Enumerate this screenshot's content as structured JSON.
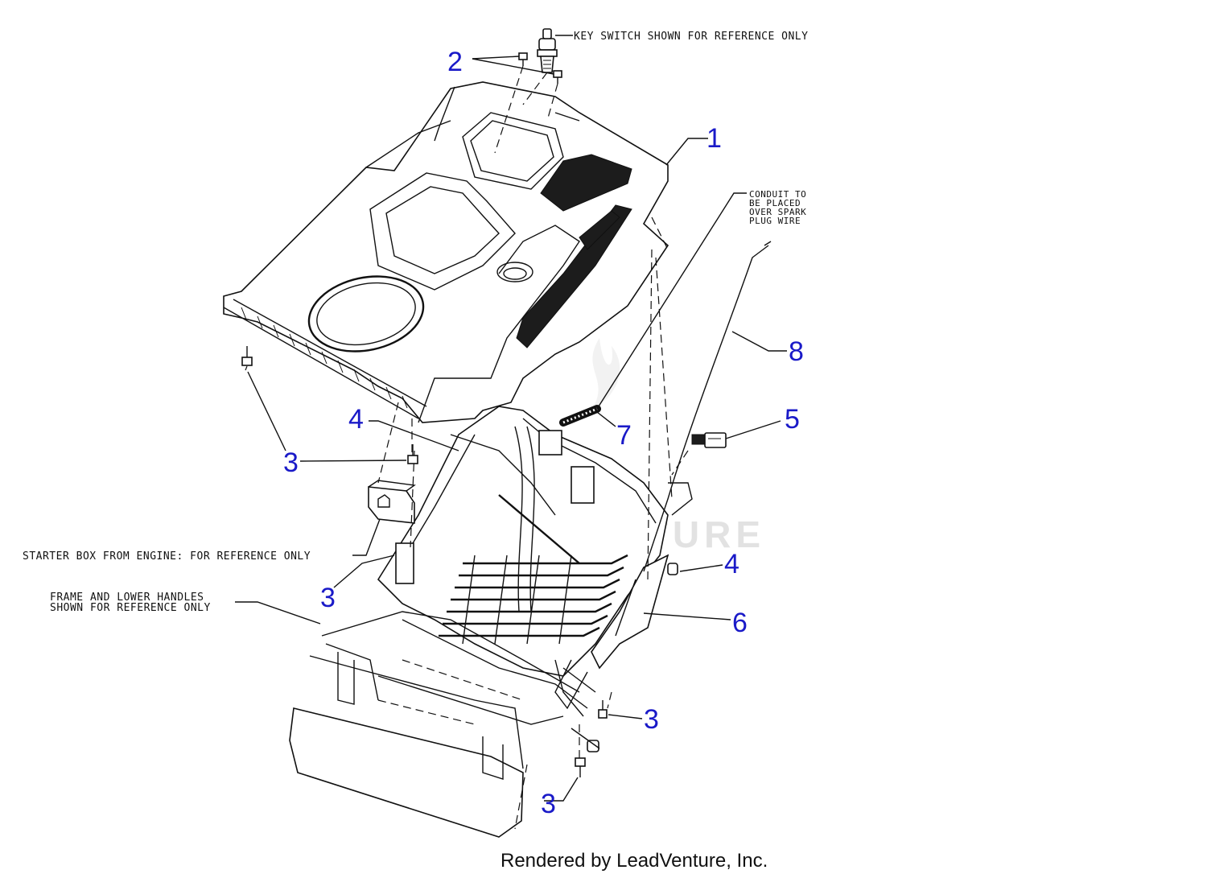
{
  "notes": {
    "key_switch": "KEY SWITCH SHOWN FOR REFERENCE ONLY",
    "conduit_line1": "CONDUIT TO",
    "conduit_line2": "BE PLACED",
    "conduit_line3": "OVER SPARK",
    "conduit_line4": "PLUG WIRE",
    "starter_box": "STARTER BOX FROM ENGINE: FOR REFERENCE ONLY",
    "frame_line1": "FRAME AND LOWER HANDLES",
    "frame_line2": "SHOWN FOR REFERENCE ONLY"
  },
  "callouts": {
    "c1": "1",
    "c2": "2",
    "c3_top": "3",
    "c3_starter": "3",
    "c3_lower_right": "3",
    "c3_bottom": "3",
    "c4_left": "4",
    "c4_right": "4",
    "c5": "5",
    "c6": "6",
    "c7": "7",
    "c8": "8"
  },
  "watermark": "LEADVENTURE",
  "footer": "Rendered by LeadVenture, Inc.",
  "colors": {
    "callout_blue": "#1a1ac8",
    "line": "#111111",
    "watermark": "#e2e2e2"
  }
}
